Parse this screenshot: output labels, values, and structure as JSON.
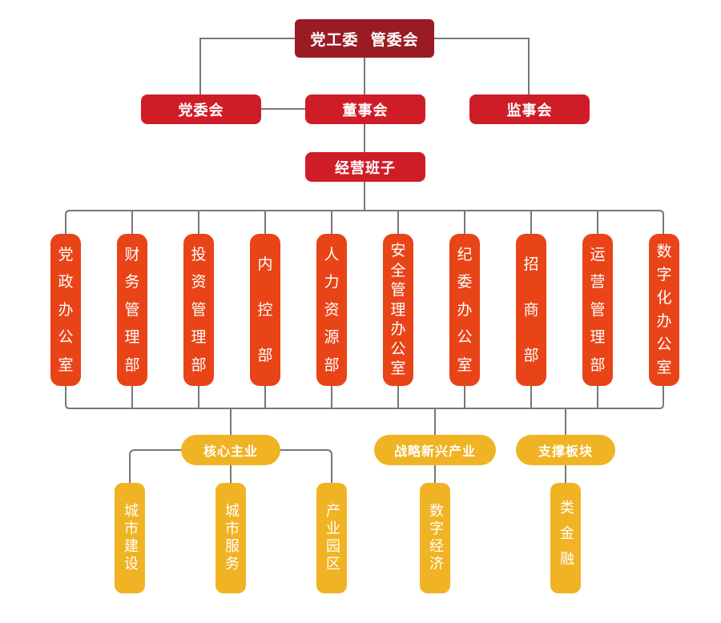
{
  "top": {
    "label": "党工委  管委会"
  },
  "level2": {
    "party_committee": "党委会",
    "board": "董事会",
    "supervisors": "监事会"
  },
  "management": "经营班子",
  "departments": [
    "党政办公室",
    "财务管理部",
    "投资管理部",
    "内控部",
    "人力资源部",
    "安全管理办公室",
    "纪委办公室",
    "招商部",
    "运营管理部",
    "数字化办公室"
  ],
  "segments": {
    "core": {
      "label": "核心主业",
      "items": [
        "城市建设",
        "城市服务",
        "产业园区"
      ]
    },
    "emerging": {
      "label": "战略新兴产业",
      "items": [
        "数字经济"
      ]
    },
    "support": {
      "label": "支撑板块",
      "items": [
        "类金融"
      ]
    }
  },
  "colors": {
    "top": "#9b1b24",
    "level2": "#cf1d28",
    "department": "#e84418",
    "segment": "#f0b323",
    "connector": "#777777"
  }
}
